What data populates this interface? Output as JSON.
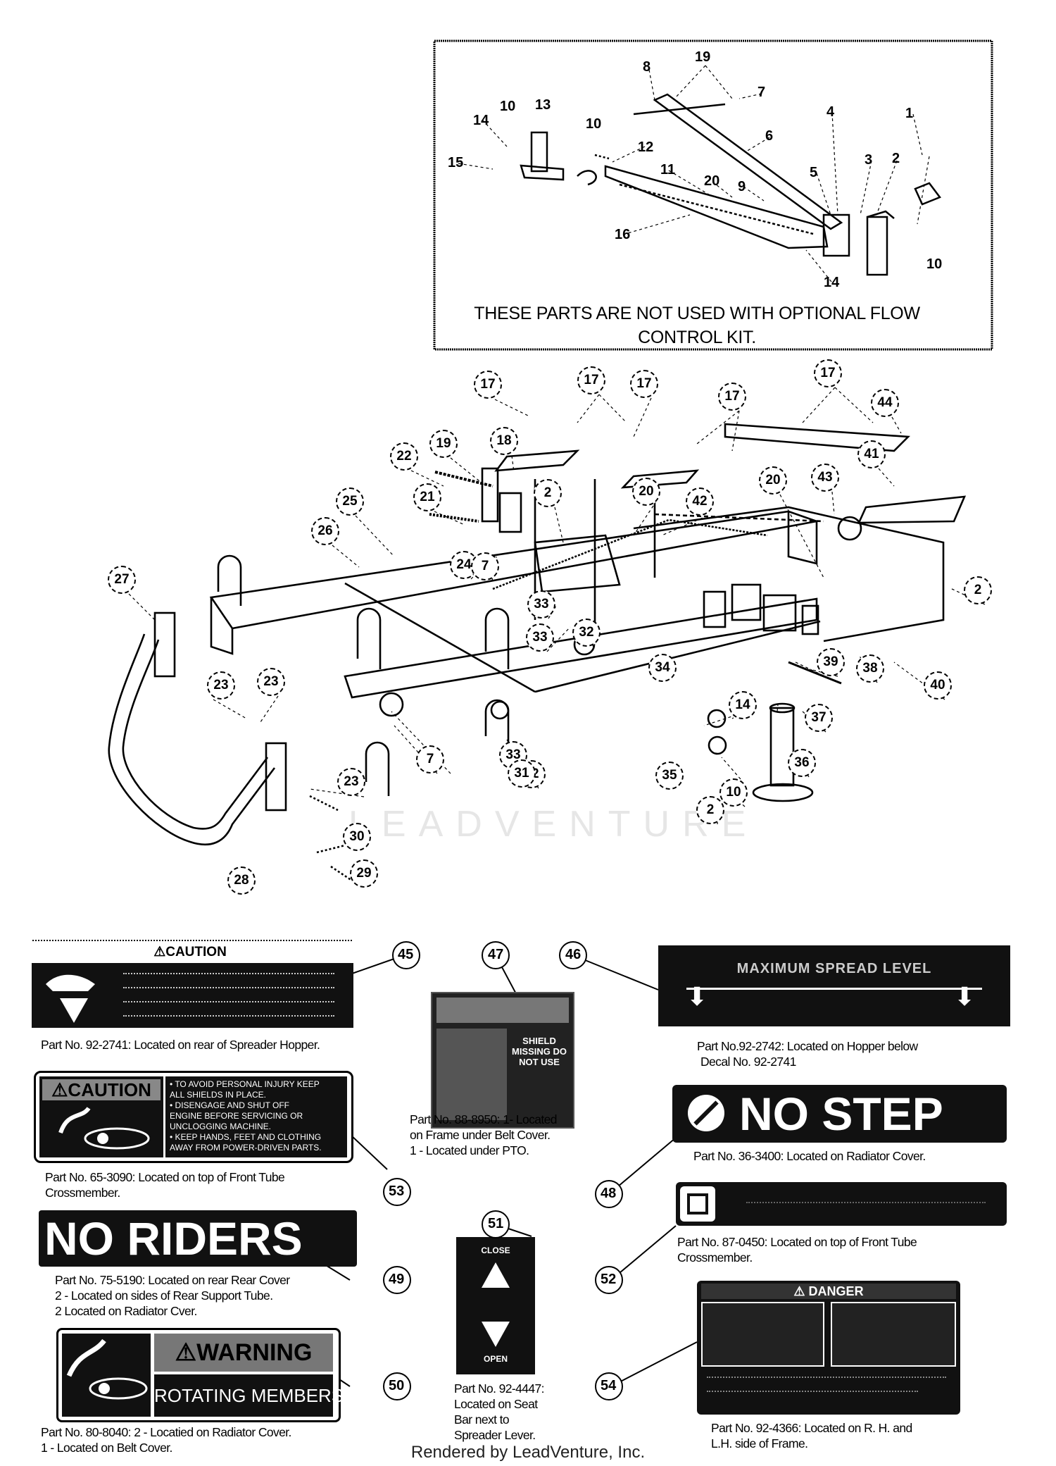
{
  "inset": {
    "note_line1": "THESE PARTS ARE NOT USED WITH OPTIONAL FLOW",
    "note_line2": "CONTROL KIT.",
    "callouts": [
      "19",
      "8",
      "7",
      "13",
      "10",
      "14",
      "10",
      "1",
      "4",
      "6",
      "12",
      "15",
      "5",
      "3",
      "2",
      "11",
      "20",
      "9",
      "16",
      "10",
      "14"
    ]
  },
  "main_callouts": [
    "17",
    "17",
    "17",
    "17",
    "17",
    "44",
    "19",
    "18",
    "22",
    "2",
    "20",
    "42",
    "20",
    "43",
    "41",
    "25",
    "21",
    "26",
    "24",
    "7",
    "27",
    "23",
    "33",
    "33",
    "32",
    "2",
    "23",
    "7",
    "32",
    "33",
    "34",
    "14",
    "39",
    "38",
    "40",
    "37",
    "31",
    "35",
    "36",
    "10",
    "2",
    "23",
    "30",
    "28",
    "29"
  ],
  "watermark": "LEADVENTURE",
  "decals": {
    "d45": {
      "num": "45",
      "header": "⚠CAUTION",
      "caption": "Part No. 92-2741: Located on rear of Spreader Hopper."
    },
    "d47": {
      "num": "47",
      "panel_text": "SHIELD MISSING DO NOT USE",
      "caption_line1": "Part No. 88-8950: 1- Located",
      "caption_line2": "on Frame under Belt Cover.",
      "caption_line3": "1 - Located under PTO."
    },
    "d46": {
      "num": "46",
      "banner_text": "MAXIMUM SPREAD LEVEL",
      "caption_line1": "Part No.92-2742: Located on Hopper below",
      "caption_line2": "Decal No. 92-2741"
    },
    "d53": {
      "num": "53",
      "header": "⚠CAUTION",
      "bullets": [
        "• TO AVOID PERSONAL INJURY KEEP",
        "  ALL SHIELDS IN PLACE.",
        "• DISENGAGE AND SHUT OFF",
        "  ENGINE BEFORE SERVICING OR",
        "  UNCLOGGING MACHINE.",
        "• KEEP HANDS, FEET AND CLOTHING",
        "  AWAY FROM POWER-DRIVEN PARTS."
      ],
      "caption_line1": "Part No. 65-3090: Located on top of Front Tube",
      "caption_line2": "Crossmember."
    },
    "d48": {
      "num": "48",
      "text": "NO STEP",
      "caption": "Part No. 36-3400: Located on Radiator Cover."
    },
    "d51": {
      "num": "51",
      "close": "CLOSE",
      "open": "OPEN",
      "caption_line1": "Part No. 92-4447:",
      "caption_line2": "Located on Seat",
      "caption_line3": "Bar next to",
      "caption_line4": "Spreader Lever."
    },
    "d52": {
      "num": "52",
      "caption_line1": "Part No. 87-0450: Located on top of Front Tube",
      "caption_line2": "Crossmember."
    },
    "d49": {
      "num": "49",
      "text": "NO RIDERS",
      "caption_line1": "Part No. 75-5190: Located on rear Rear Cover",
      "caption_line2": "2 - Located on sides of Rear Support Tube.",
      "caption_line3": "2  Located on Radiator Cver."
    },
    "d50": {
      "num": "50",
      "header": "⚠WARNING",
      "sub": "ROTATING MEMBERS",
      "caption_line1": "Part No. 80-8040: 2 - Locatied on Radiator Cover.",
      "caption_line2": "1 - Located on Belt Cover."
    },
    "d54": {
      "num": "54",
      "header": "⚠ DANGER",
      "caption_line1": "Part No. 92-4366: Located on R. H. and",
      "caption_line2": "L.H. side of Frame."
    }
  },
  "footer": "Rendered by LeadVenture, Inc."
}
